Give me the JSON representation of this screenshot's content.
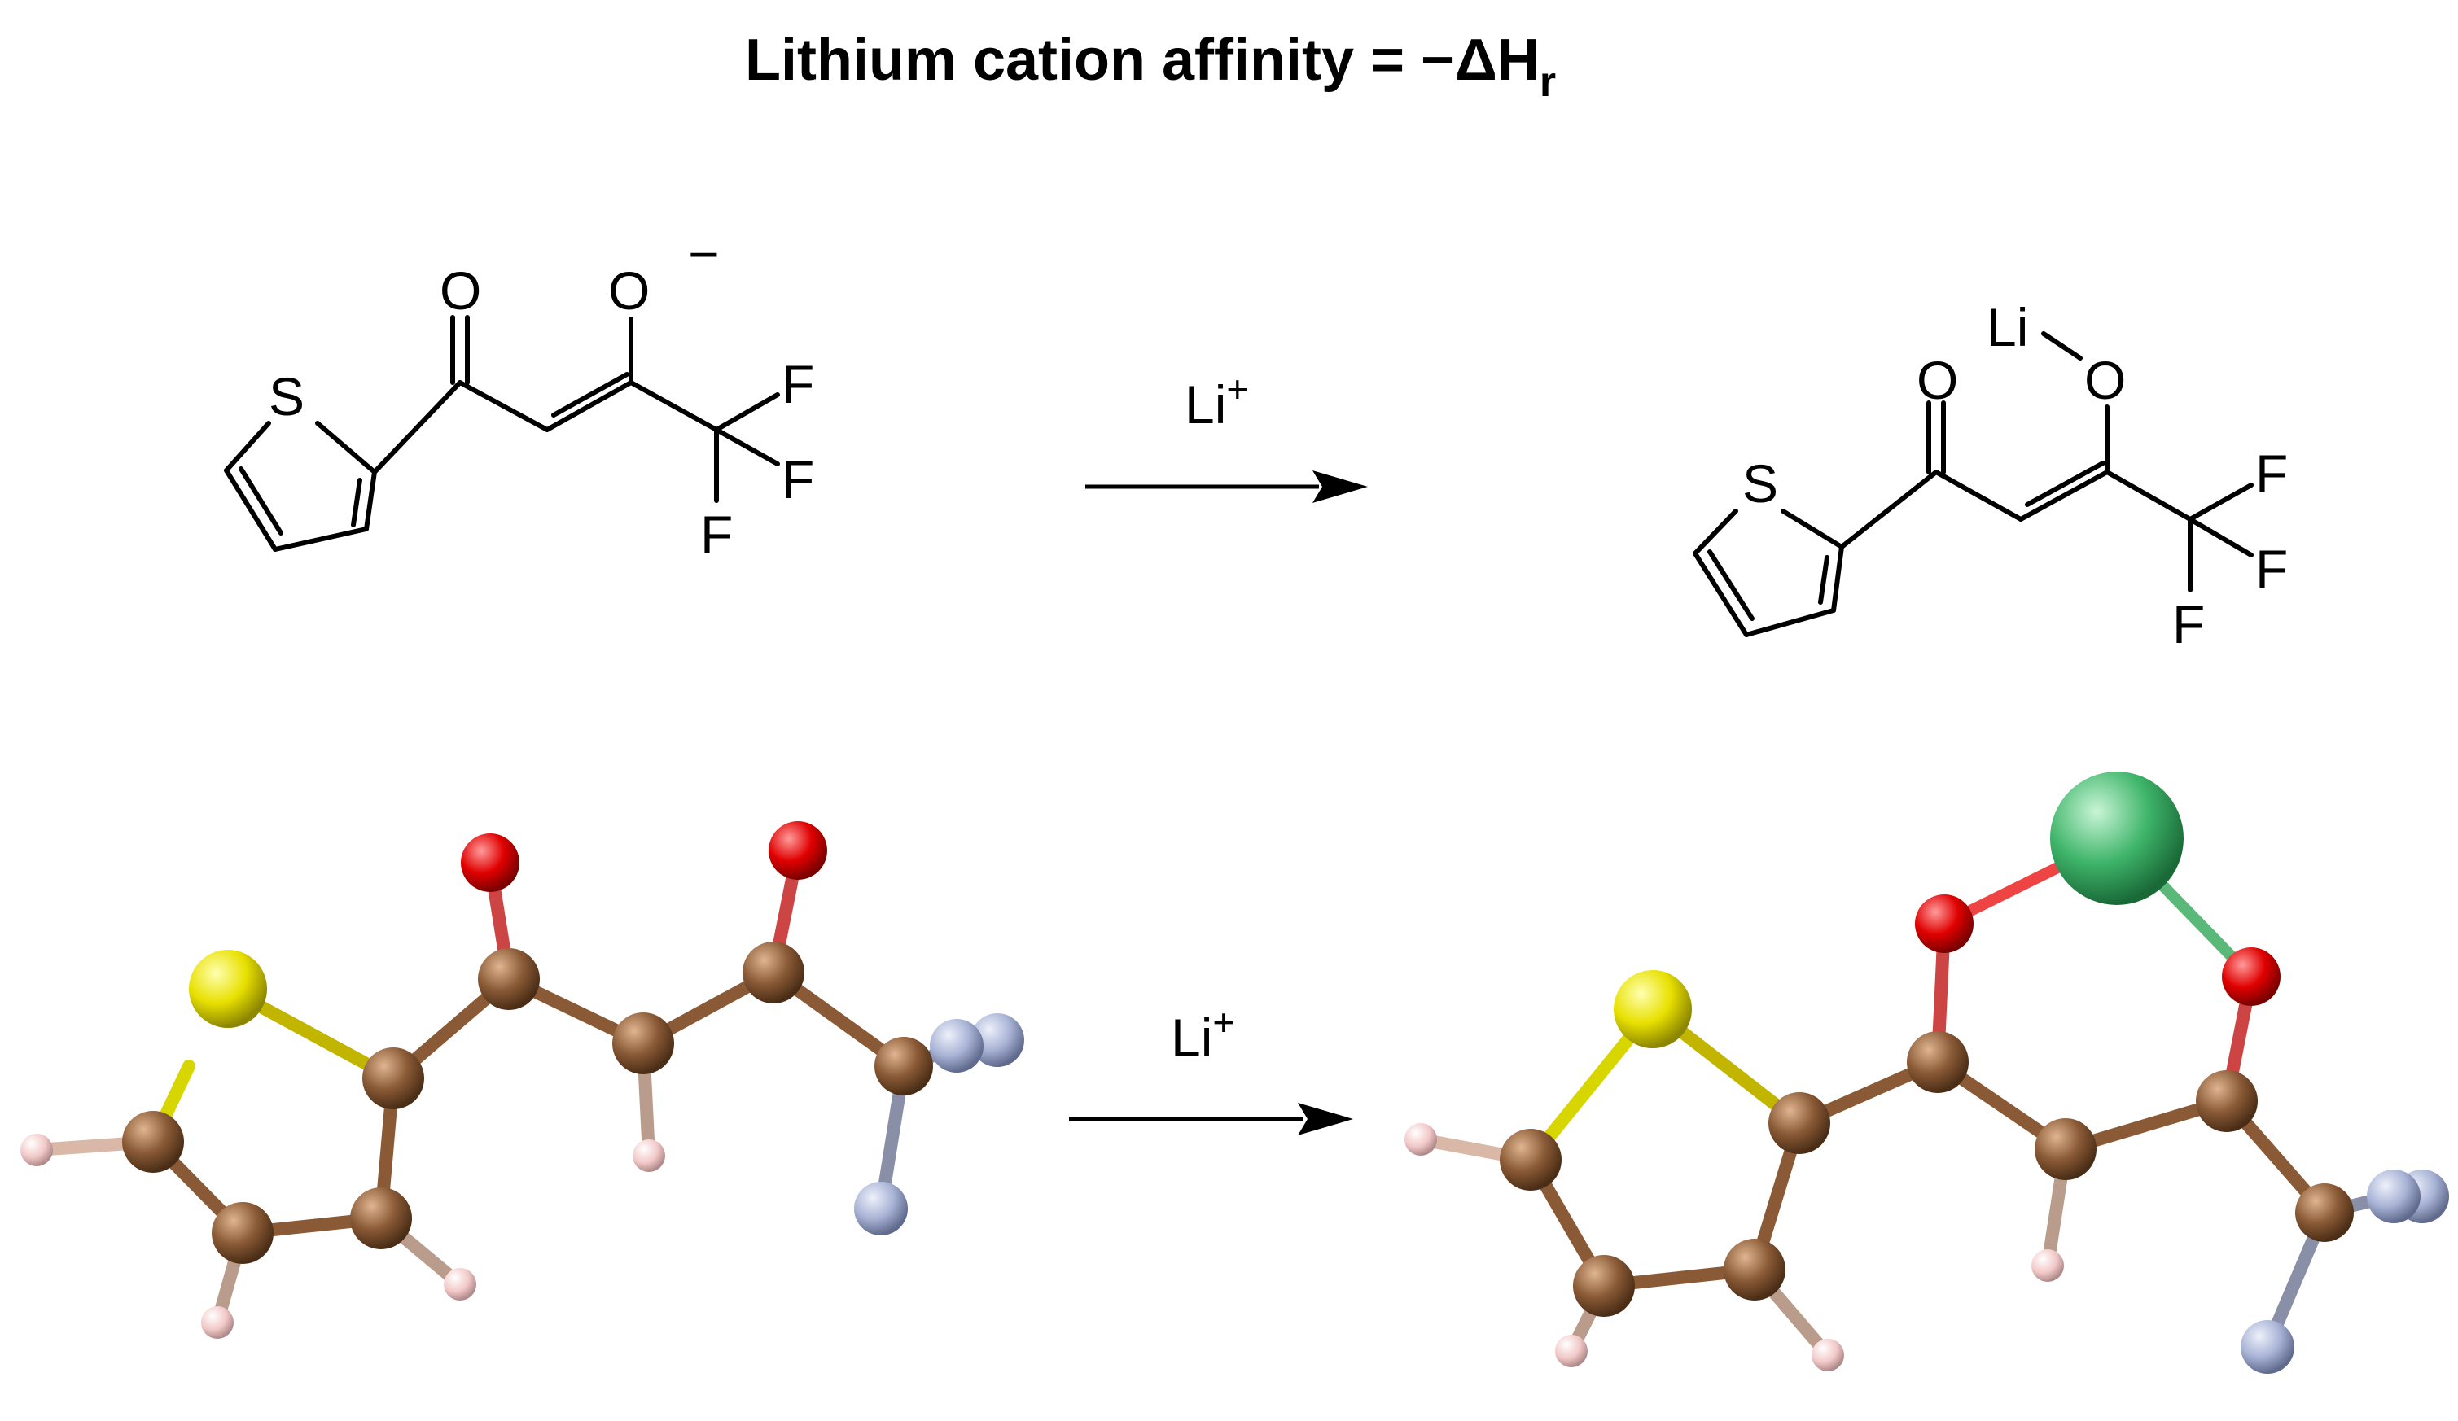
{
  "title": {
    "main": "Lithium cation affinity = ",
    "minus": "−",
    "delta_h": "ΔH",
    "subscript": "r"
  },
  "reaction_top": {
    "reagent": {
      "symbol": "Li",
      "charge": "+"
    },
    "reactant_labels": {
      "sulfur": "S",
      "ketone_oxygen": "O",
      "enolate_oxygen": "O",
      "charge": "−",
      "fluorine_1": "F",
      "fluorine_2": "F",
      "fluorine_3": "F"
    },
    "product_labels": {
      "lithium": "Li",
      "sulfur": "S",
      "ketone_oxygen": "O",
      "enolate_oxygen": "O",
      "fluorine_1": "F",
      "fluorine_2": "F",
      "fluorine_3": "F"
    }
  },
  "reaction_bottom": {
    "reagent": {
      "symbol": "Li",
      "charge": "+"
    }
  },
  "atom_colors": {
    "carbon": "#8a5a36",
    "oxygen": "#e00000",
    "sulfur": "#e8e000",
    "hydrogen": "#f2c8c8",
    "fluorine": "#a9b4d6",
    "lithium": "#3fb56a"
  }
}
